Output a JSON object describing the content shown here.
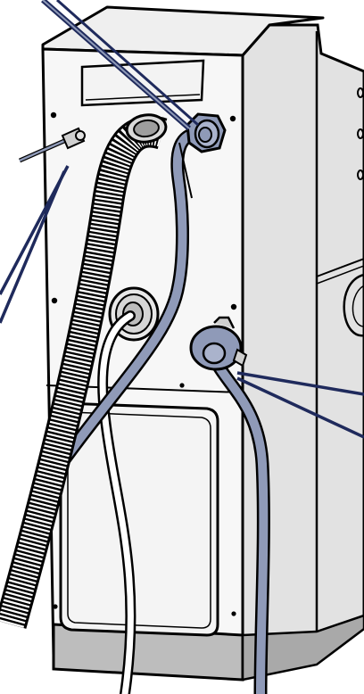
{
  "figure": {
    "icons": [
      "appliance-rear-panel",
      "corrugated-drain-hose",
      "water-inlet-hose",
      "water-connection-fitting",
      "callout-leader-line"
    ]
  },
  "colors": {
    "outline": "#000000",
    "panel_face": "#f7f7f7",
    "cabinet_side": "#e2e2e2",
    "cabinet_base": "#bdbdbd",
    "hose_highlight": "#8f9ab8",
    "leader_line": "#1f2a5c",
    "background": "#ffffff"
  }
}
